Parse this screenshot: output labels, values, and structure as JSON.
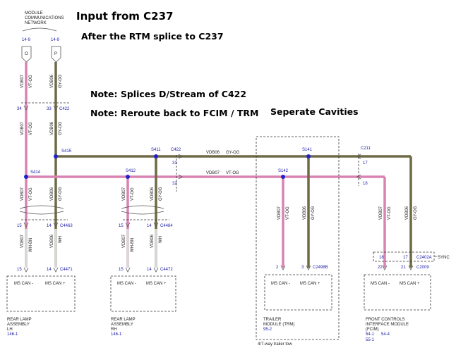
{
  "notes": {
    "input": "Input from C237",
    "after_rtm": "After the RTM splice to C237",
    "splices": "Note: Splices D/Stream of C422",
    "reroute": "Note: Reroute back to FCIM / TRM",
    "separate": "Seperate Cavities"
  },
  "network": {
    "line1": "MODULE",
    "line2": "COMMUNICATIONS",
    "line3": "NETWORK",
    "pin_left": "14-9",
    "pin_right": "14-9",
    "arrow_left": "O",
    "arrow_right": "P"
  },
  "circuits": {
    "vdb07": "VDB07",
    "vdb06": "VDB06",
    "vt_og": "VT-OG",
    "gy_og": "GY-OG",
    "wh_bn": "WH-BN",
    "wh": "WH"
  },
  "top_connector": {
    "name": "C422",
    "pin_left": "34",
    "pin_right": "33"
  },
  "splices": {
    "s415": "S415",
    "s414": "S414",
    "s411": "S411",
    "s412": "S412",
    "s141": "S141",
    "s142": "S142"
  },
  "c422_right": {
    "name": "C422",
    "pin_top": "31",
    "pin_bottom": "32"
  },
  "c211": {
    "name": "C211",
    "pin_top": "17",
    "pin_bottom": "18"
  },
  "mid_connectors": {
    "lh_name": "C4463",
    "lh_pin_left": "15",
    "lh_pin_right": "14",
    "rh_name": "C4484",
    "rh_pin_left": "15",
    "rh_pin_right": "14"
  },
  "modules": {
    "lh": {
      "connector": "C4471",
      "pin_left": "15",
      "pin_right": "14",
      "can_minus": "MS CAN -",
      "can_plus": "MS CAN +",
      "line1": "REAR LAMP",
      "line2": "ASSEMBLY",
      "line3": "LH",
      "ref": "146-1"
    },
    "rh": {
      "connector": "C4472",
      "pin_left": "15",
      "pin_right": "14",
      "can_minus": "MS CAN -",
      "can_plus": "MS CAN +",
      "line1": "REAR LAMP",
      "line2": "ASSEMBLY",
      "line3": "RH",
      "ref": "146-1"
    },
    "trm": {
      "connector": "C2498B",
      "pin_left": "2",
      "pin_right": "3",
      "can_minus": "MS CAN -",
      "can_plus": "MS CAN +",
      "line1": "TRAILER",
      "line2": "MODULE (TRM)",
      "ref": "95-2",
      "tow": "4/7-way trailer tow"
    },
    "fcim": {
      "connector_top": "C2402A",
      "connector_bottom": "C2009",
      "pin_top_left": "18",
      "pin_top_right": "17",
      "pin_left": "22",
      "pin_right": "21",
      "sync": "SYNC",
      "can_minus": "MS CAN -",
      "can_plus": "MS CAN +",
      "line1": "FRONT CONTROLS",
      "line2": "INTERFACE MODULE",
      "line3": "(FCIM)",
      "ref_a": "54-1",
      "ref_b": "54-4",
      "ref_c": "55-1"
    }
  }
}
